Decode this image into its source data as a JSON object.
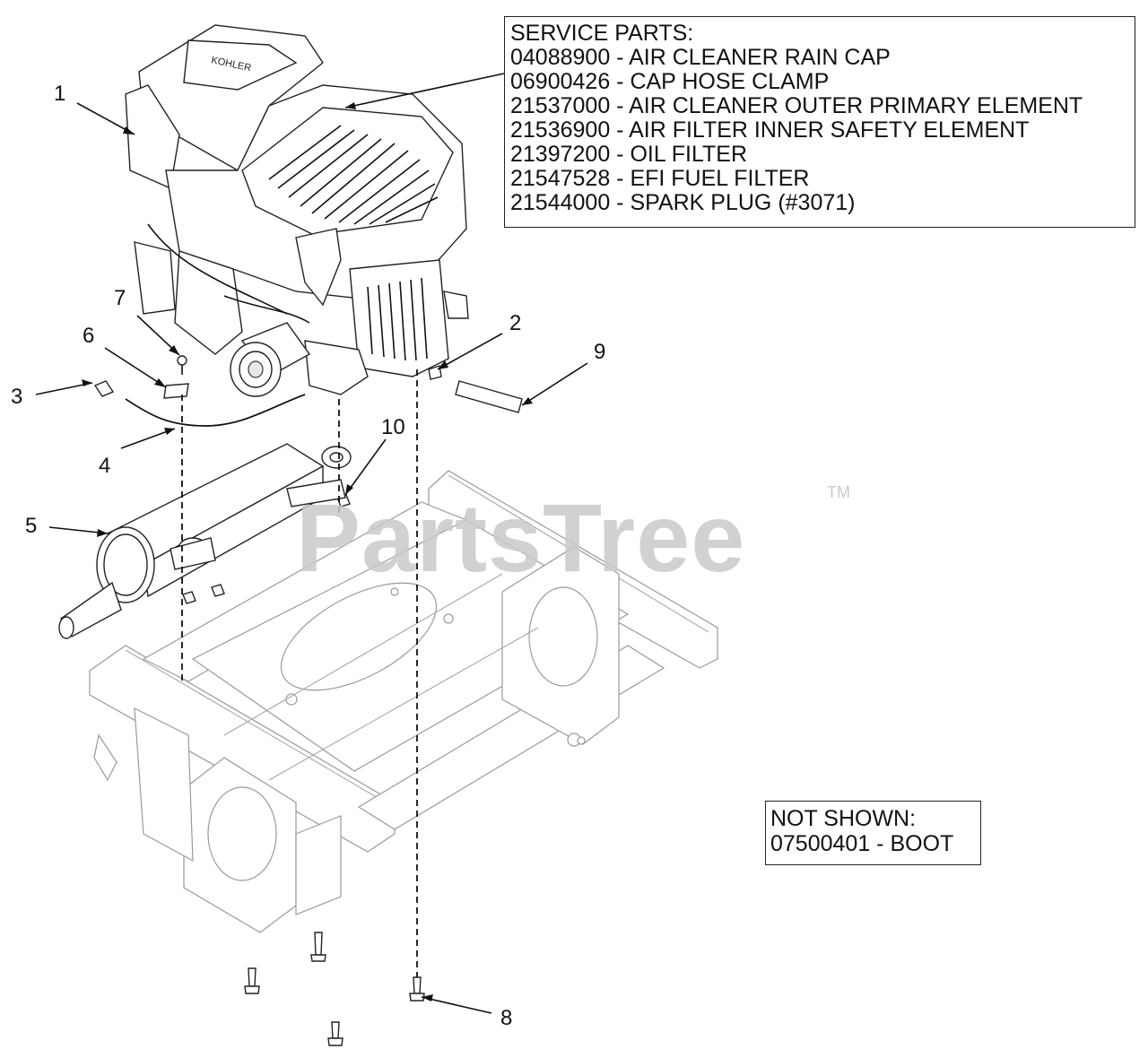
{
  "service_parts": {
    "title": "SERVICE PARTS:",
    "items": [
      "04088900 - AIR CLEANER RAIN CAP",
      "06900426 - CAP HOSE CLAMP",
      "21537000 - AIR CLEANER OUTER PRIMARY ELEMENT",
      "21536900 - AIR FILTER INNER SAFETY ELEMENT",
      "21397200 - OIL FILTER",
      "21547528 - EFI FUEL FILTER",
      "21544000 - SPARK PLUG (#3071)"
    ]
  },
  "not_shown": {
    "title": "NOT SHOWN:",
    "items": [
      "07500401 - BOOT"
    ]
  },
  "callouts": {
    "c1": "1",
    "c2": "2",
    "c3": "3",
    "c4": "4",
    "c5": "5",
    "c6": "6",
    "c7": "7",
    "c8": "8",
    "c9": "9",
    "c10": "10"
  },
  "watermark": {
    "text": "PartsTree",
    "tm": "TM"
  },
  "colors": {
    "line": "#111111",
    "frame": "#9a9a9a",
    "watermark": "#c9c9c9"
  }
}
